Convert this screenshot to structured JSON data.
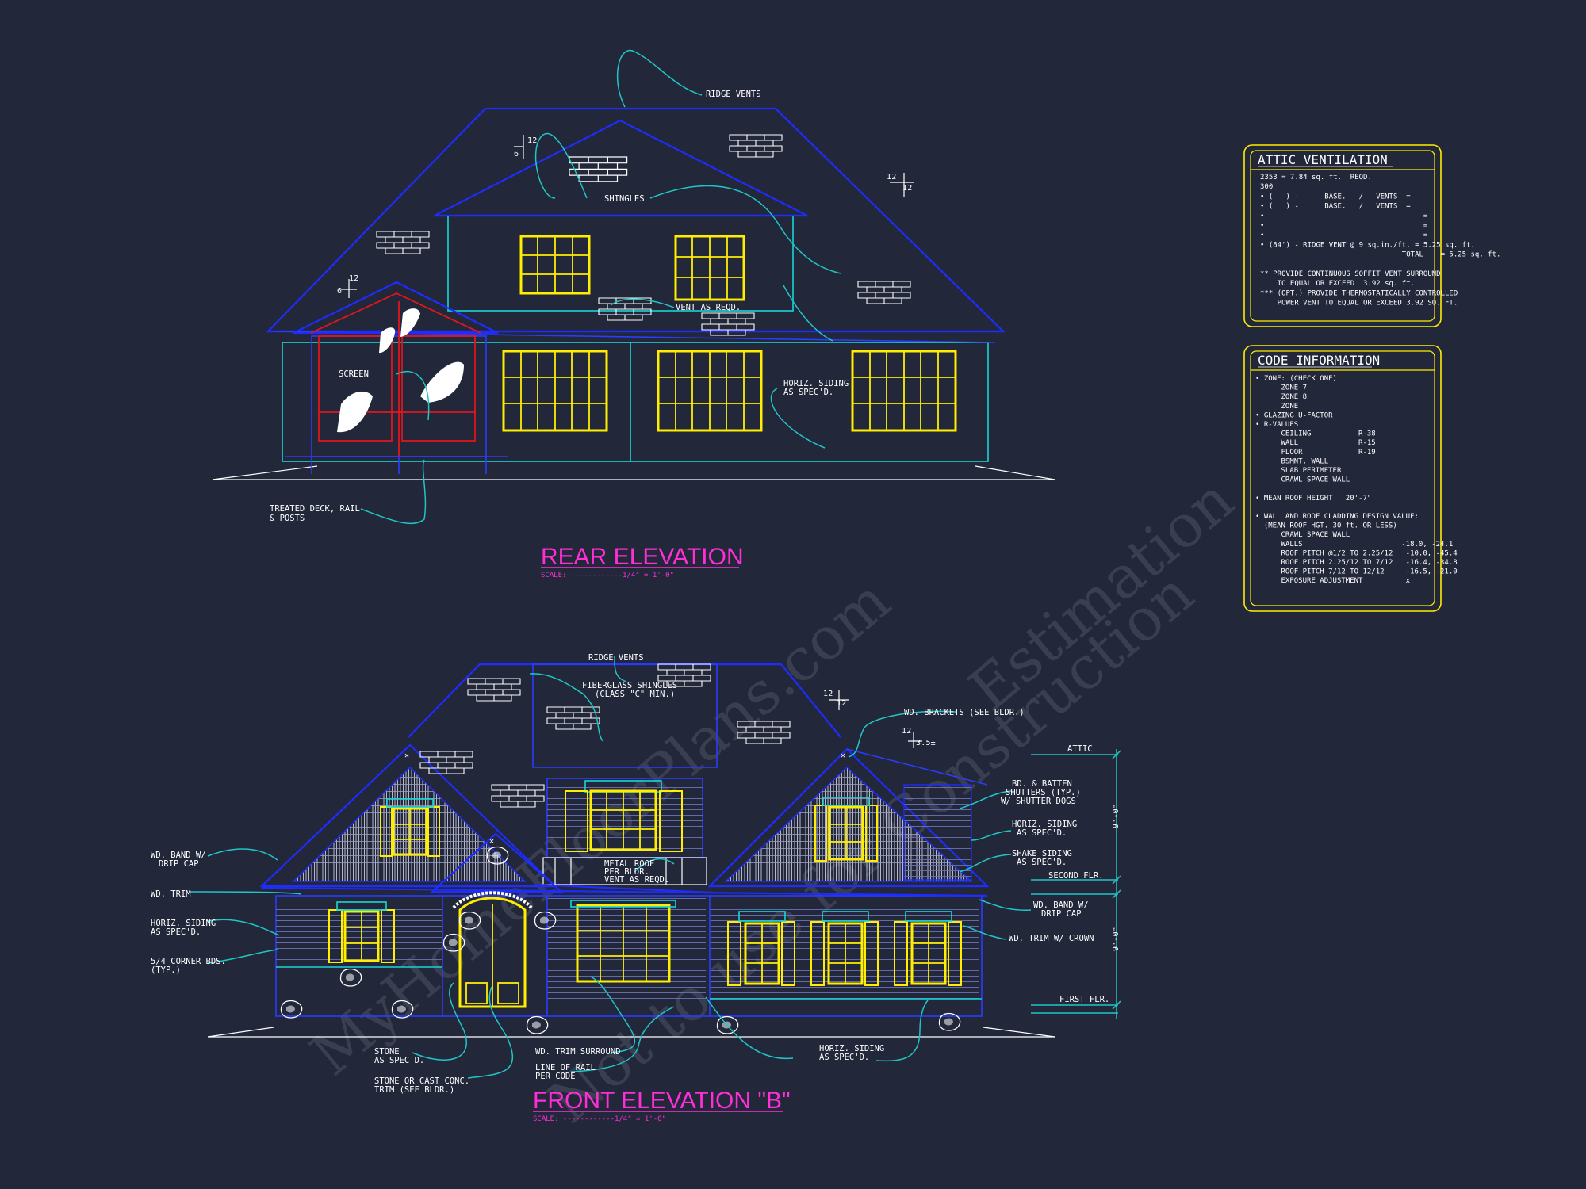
{
  "rear": {
    "title": "REAR ELEVATION",
    "scale": "SCALE: ------------1/4\" = 1'-0\"",
    "labels": {
      "ridge_vents": "RIDGE VENTS",
      "shingles": "SHINGLES",
      "vent": "VENT AS REQD.",
      "screen": "SCREEN",
      "siding1": "HORIZ. SIDING",
      "siding2": "AS SPEC'D.",
      "deck1": "TREATED DECK, RAIL",
      "deck2": "& POSTS",
      "p12a": "12",
      "p6a": "6",
      "p12b": "12",
      "p12c": "12",
      "p12d": "12",
      "p6b": "6"
    }
  },
  "front": {
    "title": "FRONT ELEVATION \"B\"",
    "scale": "SCALE: ------------1/4\" = 1'-0\"",
    "labels": {
      "ridge_vents": "RIDGE VENTS",
      "fiber1": "FIBERGLASS SHINGLES",
      "fiber2": "(CLASS \"C\" MIN.)",
      "brackets": "WD. BRACKETS (SEE BLDR.)",
      "p12a": "12",
      "p12b": "12",
      "p12c": "12",
      "p35": "3.5±",
      "band1": "WD. BAND W/",
      "band2": "DRIP CAP",
      "trim": "WD. TRIM",
      "hsiding1": "HORIZ. SIDING",
      "hsiding2": "AS SPEC'D.",
      "corner1": "5/4 CORNER BDS.",
      "corner2": "(TYP.)",
      "metal1": "METAL ROOF",
      "metal2": "PER BLDR.",
      "metal3": "VENT AS REQD.",
      "stone1": "STONE",
      "stone2": "AS SPEC'D.",
      "stonecast1": "STONE OR CAST CONC.",
      "stonecast2": "TRIM (SEE BLDR.)",
      "wdsurround": "WD. TRIM SURROUND",
      "rail1": "LINE OF RAIL",
      "rail2": "PER CODE",
      "rsiding1": "HORIZ. SIDING",
      "rsiding2": "AS SPEC'D.",
      "shutters1": "BD. & BATTEN",
      "shutters2": "SHUTTERS (TYP.)",
      "shutters3": "W/ SHUTTER DOGS",
      "hs1": "HORIZ. SIDING",
      "hs2": "AS SPEC'D.",
      "shake1": "SHAKE SIDING",
      "shake2": "AS SPEC'D.",
      "rband1": "WD. BAND W/",
      "rband2": "DRIP CAP",
      "crown": "WD. TRIM W/ CROWN",
      "attic": "ATTIC",
      "second": "SECOND FLR.",
      "first": "FIRST FLR.",
      "dim1": "9'-0\"",
      "dim2": "9'-0\""
    }
  },
  "attic_panel": {
    "title": "ATTIC VENTILATION",
    "lines": [
      "2353 = 7.84 sq. ft.  REQD.",
      "300",
      "• (   ) -      BASE.   /   VENTS  =",
      "• (   ) -      BASE.   /   VENTS  =",
      "•                                     =",
      "•                                     =",
      "•                                     =",
      "• (84') - RIDGE VENT @ 9 sq.in./ft. = 5.25 sq. ft.",
      "                                 TOTAL    = 5.25 sq. ft.",
      "",
      "** PROVIDE CONTINUOUS SOFFIT VENT SURROUND",
      "    TO EQUAL OR EXCEED  3.92 sq. ft.",
      "*** (OPT.) PROVIDE THERMOSTATICALLY CONTROLLED",
      "    POWER VENT TO EQUAL OR EXCEED 3.92 SQ. FT."
    ]
  },
  "code_panel": {
    "title": "CODE INFORMATION",
    "lines": [
      "• ZONE: (CHECK ONE)",
      "      ZONE 7",
      "      ZONE 8",
      "      ZONE",
      "• GLAZING U-FACTOR",
      "• R-VALUES",
      "      CEILING           R-38",
      "      WALL              R-15",
      "      FLOOR             R-19",
      "      BSMNT. WALL",
      "      SLAB PERIMETER",
      "      CRAWL SPACE WALL",
      "",
      "• MEAN ROOF HEIGHT   20'-7\"",
      "",
      "• WALL AND ROOF CLADDING DESIGN VALUE:",
      "  (MEAN ROOF HGT. 30 ft. OR LESS)",
      "      CRAWL SPACE WALL",
      "      WALLS                       -18.0, -24.1",
      "      ROOF PITCH @1/2 TO 2.25/12   -10.0, -45.4",
      "      ROOF PITCH 2.25/12 TO 7/12   -16.4, -34.8",
      "      ROOF PITCH 7/12 TO 12/12     -16.5, -21.0",
      "      EXPOSURE ADJUSTMENT          x"
    ]
  },
  "watermark": {
    "line1": "MyHomeFloorPlans.com",
    "line2": "Not to use for Construction",
    "line3": "Estimation"
  },
  "colors": {
    "background": "#22273a",
    "roof_blue": "#1e2cff",
    "window_yellow": "#ffee00",
    "leader_cyan": "#20c6c6",
    "title_magenta": "#ff2ed7",
    "screen_red": "#e0161e"
  }
}
